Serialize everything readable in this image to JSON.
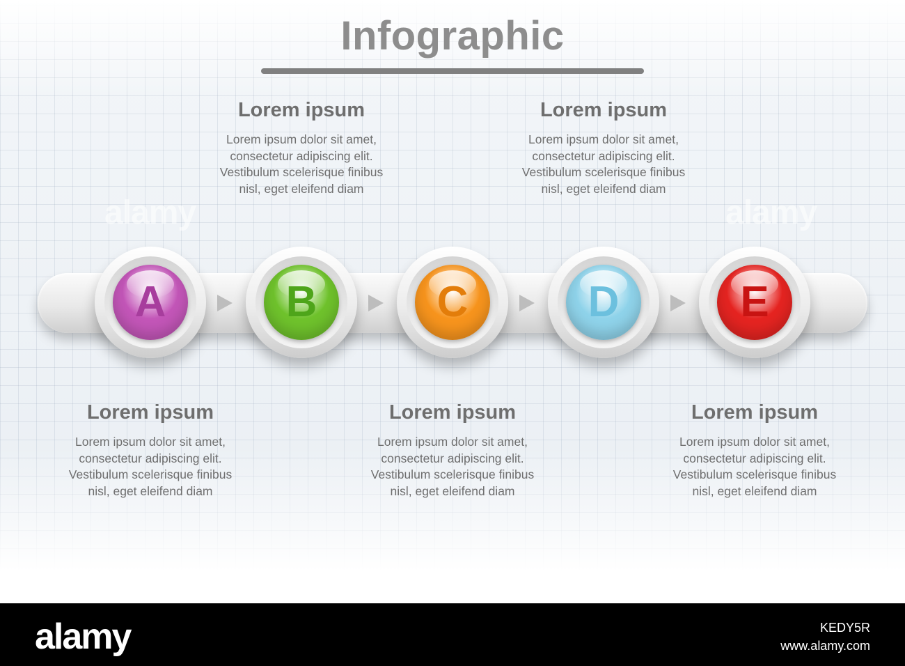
{
  "title": "Infographic",
  "steps": [
    {
      "letter": "A",
      "color": "#c356b8",
      "letter_color": "#a73d9d",
      "heading": "Lorem ipsum",
      "lines": [
        "Lorem ipsum dolor sit amet,",
        "consectetur adipiscing elit.",
        "Vestibulum scelerisque finibus",
        "nisl, eget eleifend diam"
      ],
      "text_position": "below"
    },
    {
      "letter": "B",
      "color": "#6fc22c",
      "letter_color": "#4ea51a",
      "heading": "Lorem ipsum",
      "lines": [
        "Lorem ipsum dolor sit amet,",
        "consectetur adipiscing elit.",
        "Vestibulum scelerisque finibus",
        "nisl, eget eleifend diam"
      ],
      "text_position": "above"
    },
    {
      "letter": "C",
      "color": "#f7941d",
      "letter_color": "#e37d0a",
      "heading": "Lorem ipsum",
      "lines": [
        "Lorem ipsum dolor sit amet,",
        "consectetur adipiscing elit.",
        "Vestibulum scelerisque finibus",
        "nisl, eget eleifend diam"
      ],
      "text_position": "below"
    },
    {
      "letter": "D",
      "color": "#8fd3ea",
      "letter_color": "#6cc0de",
      "heading": "Lorem ipsum",
      "lines": [
        "Lorem ipsum dolor sit amet,",
        "consectetur adipiscing elit.",
        "Vestibulum scelerisque finibus",
        "nisl, eget eleifend diam"
      ],
      "text_position": "above"
    },
    {
      "letter": "E",
      "color": "#e52421",
      "letter_color": "#c81412",
      "heading": "Lorem ipsum",
      "lines": [
        "Lorem ipsum dolor sit amet,",
        "consectetur adipiscing elit.",
        "Vestibulum scelerisque finibus",
        "nisl, eget eleifend diam"
      ],
      "text_position": "below"
    }
  ],
  "watermark": "alamy",
  "footer": {
    "logo": "alamy",
    "image_id": "KEDY5R",
    "site": "www.alamy.com"
  }
}
